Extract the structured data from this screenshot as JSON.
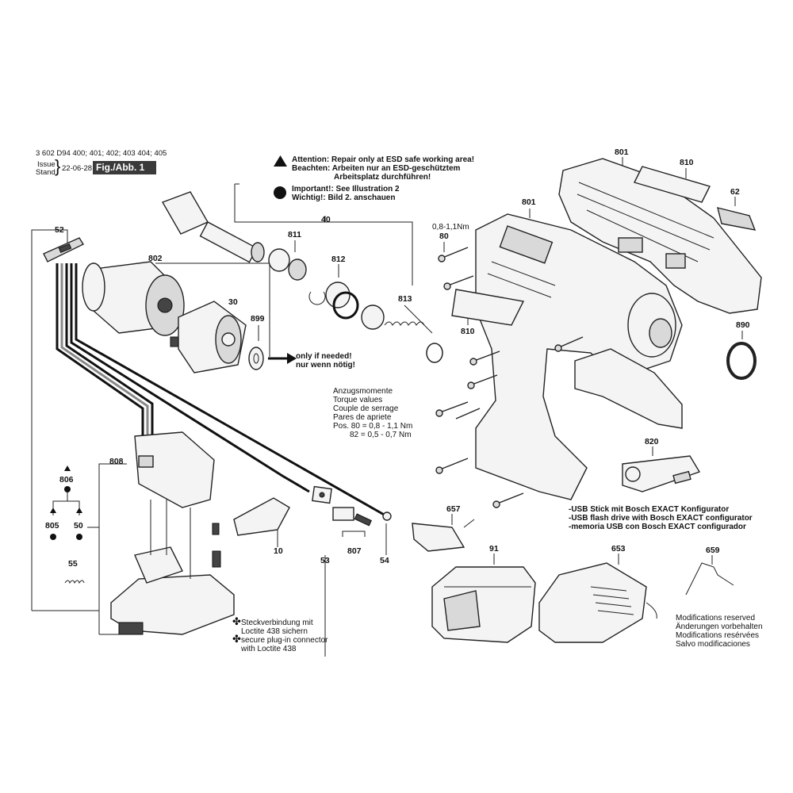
{
  "header": {
    "model_line": "3 602 D94 400; 401; 402; 403 404; 405",
    "issue_label": "Issue",
    "stand_label": "Stand",
    "date": "22-06-28",
    "figure_label": "Fig./Abb. 1"
  },
  "warnings": {
    "attention_en": "Attention:  Repair only at ESD safe working area!",
    "beachten_de_1": "Beachten:  Arbeiten nur an ESD-geschütztem",
    "beachten_de_2": "Arbeitsplatz durchführen!",
    "important_en": "Important!:  See Illustration 2",
    "wichtig_de": "Wichtig!:    Bild 2. anschauen"
  },
  "torque": {
    "lines": [
      "Anzugsmomente",
      "Torque values",
      "Couple de serrage",
      "Pares de apriete"
    ],
    "pos80": "Pos. 80 =   0,8 -   1,1 Nm",
    "pos82": "82 =   0,5 -   0,7 Nm",
    "torque_80": "0,8-1,1Nm"
  },
  "notes": {
    "only_if_needed": "only if needed!",
    "nur_wenn": "nur wenn nötig!",
    "loctite_de_1": "Steckverbindung mit",
    "loctite_de_2": "Loctite 438 sichern",
    "loctite_en_1": "secure plug-in connector",
    "loctite_en_2": "with Loctite 438",
    "usb_de": "-USB Stick mit Bosch EXACT Konfigurator",
    "usb_en": "-USB flash drive with Bosch EXACT configurator",
    "usb_es": "-memoria USB con Bosch EXACT configurador",
    "mod_en": "Modifications reserved",
    "mod_de": "Änderungen vorbehalten",
    "mod_fr": "Modifications resérvées",
    "mod_es": "Salvo modificaciones"
  },
  "part_numbers": {
    "p52": "52",
    "p802": "802",
    "p30": "30",
    "p899": "899",
    "p40": "40",
    "p811": "811",
    "p812": "812",
    "p813": "813",
    "p801a": "801",
    "p801b": "801",
    "p810a": "810",
    "p810b": "810",
    "p62": "62",
    "p80": "80",
    "p890": "890",
    "p820": "820",
    "p808": "808",
    "p806": "806",
    "p805": "805",
    "p50": "50",
    "p55": "55",
    "p10": "10",
    "p53": "53",
    "p807": "807",
    "p54": "54",
    "p657": "657",
    "p91": "91",
    "p653": "653",
    "p659": "659"
  }
}
